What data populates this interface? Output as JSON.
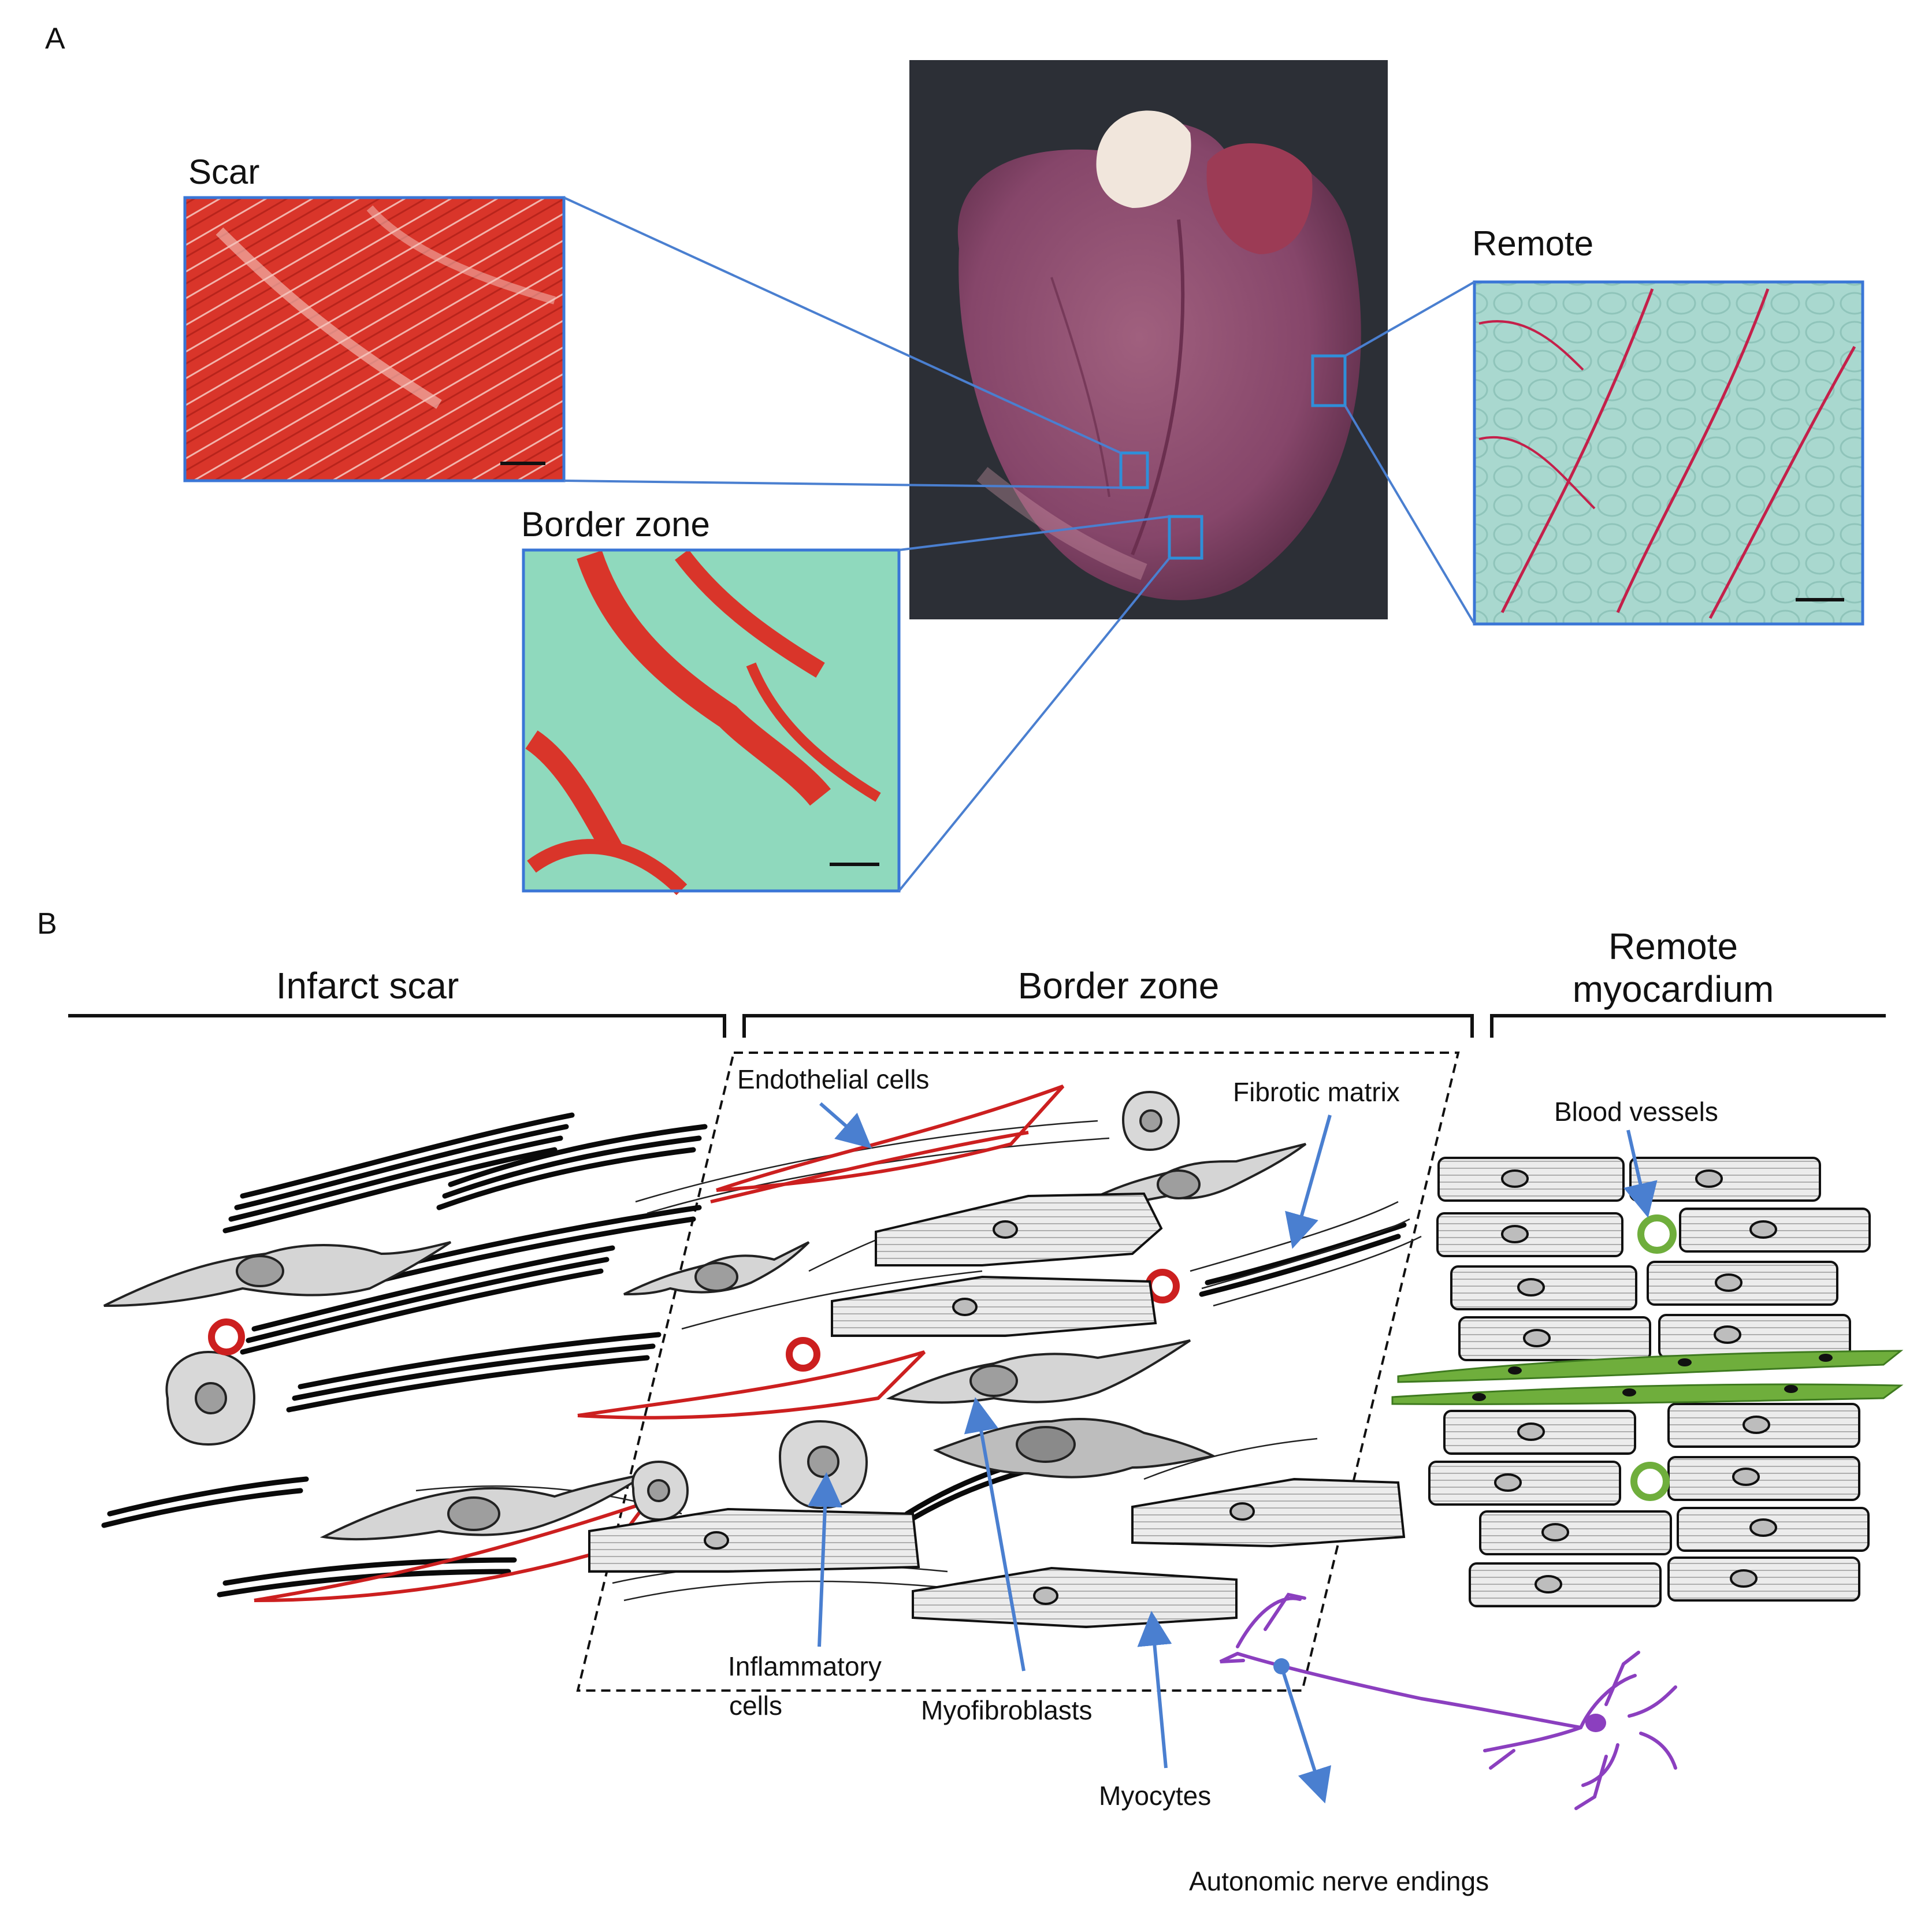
{
  "panel_a": {
    "letter": "A",
    "scar_label": "Scar",
    "border_label": "Border zone",
    "remote_label": "Remote"
  },
  "panel_b": {
    "letter": "B",
    "infarct_label": "Infarct scar",
    "border_label": "Border zone",
    "remote_label_line1": "Remote",
    "remote_label_line2": "myocardium",
    "callouts": {
      "endothelial": "Endothelial cells",
      "fibrotic": "Fibrotic matrix",
      "blood_vessels": "Blood vessels",
      "inflammatory_line1": "Inflammatory",
      "inflammatory_line2": "cells",
      "myofibroblasts": "Myofibroblasts",
      "myocytes": "Myocytes",
      "autonomic": "Autonomic nerve endings"
    }
  },
  "colors": {
    "collagen_red": "#d9352a",
    "muscle_green": "#8fd9bd",
    "remote_bg": "#a9d8cf",
    "callout_blue": "#4a7fd0",
    "endothelial_red": "#cc1f1f",
    "vessel_green": "#6fae3c",
    "nerve_purple": "#8b3fbf",
    "heart_tissue": "#8a4a6a"
  }
}
